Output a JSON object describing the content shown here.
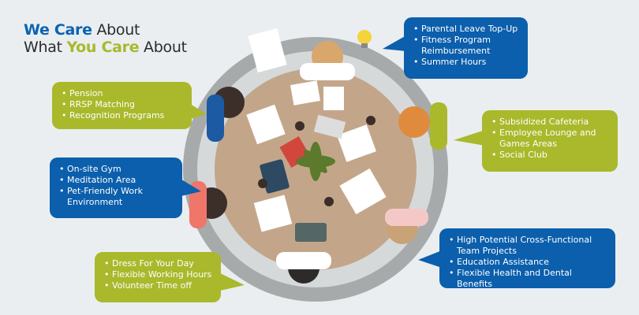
{
  "title": {
    "line1_highlight": "We Care",
    "line1_rest": " About",
    "line2_start": "What ",
    "line2_highlight": "You Care",
    "line2_end": " About"
  },
  "bubbles": {
    "top_right": [
      "Parental Leave Top-Up",
      "Fitness Program Reimbursement",
      "Summer Hours"
    ],
    "left_upper": [
      "Pension",
      "RRSP Matching",
      "Recognition Programs"
    ],
    "right_middle": [
      "Subsidized Cafeteria",
      "Employee Lounge and Games Areas",
      "Social Club"
    ],
    "left_middle": [
      "On-site Gym",
      "Meditation Area",
      "Pet-Friendly Work Environment"
    ],
    "bottom_right": [
      "High Potential Cross-Functional Team Projects",
      "Education Assistance",
      "Flexible Health and Dental Benefits"
    ],
    "bottom_left": [
      "Dress For Your Day",
      "Flexible Working Hours",
      "Volunteer Time off"
    ]
  },
  "colors": {
    "blue": "#0b5fac",
    "green": "#a9b92b",
    "background": "#eaeef1",
    "table": "#c3a68a"
  }
}
